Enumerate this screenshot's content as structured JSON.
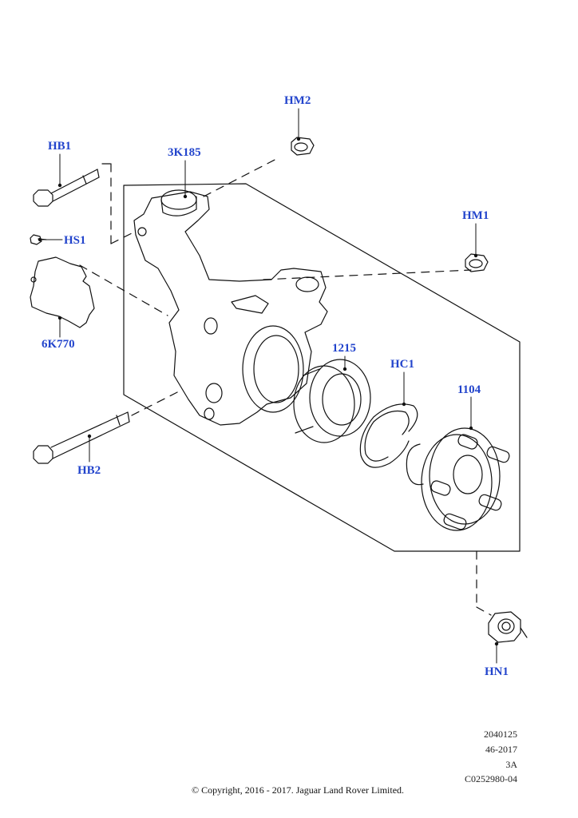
{
  "callouts": {
    "hm2": "HM2",
    "hb1": "HB1",
    "k185": "3K185",
    "hm1": "HM1",
    "hs1": "HS1",
    "k770": "6K770",
    "p1215": "1215",
    "hc1": "HC1",
    "p1104": "1104",
    "hb2": "HB2",
    "hn1": "HN1"
  },
  "meta": {
    "line1": "2040125",
    "line2": "46-2017",
    "line3": "3A",
    "line4": "C0252980-04"
  },
  "copyright": "© Copyright, 2016 - 2017. Jaguar Land Rover Limited.",
  "colors": {
    "callout": "#2244cc",
    "line": "#111111"
  }
}
